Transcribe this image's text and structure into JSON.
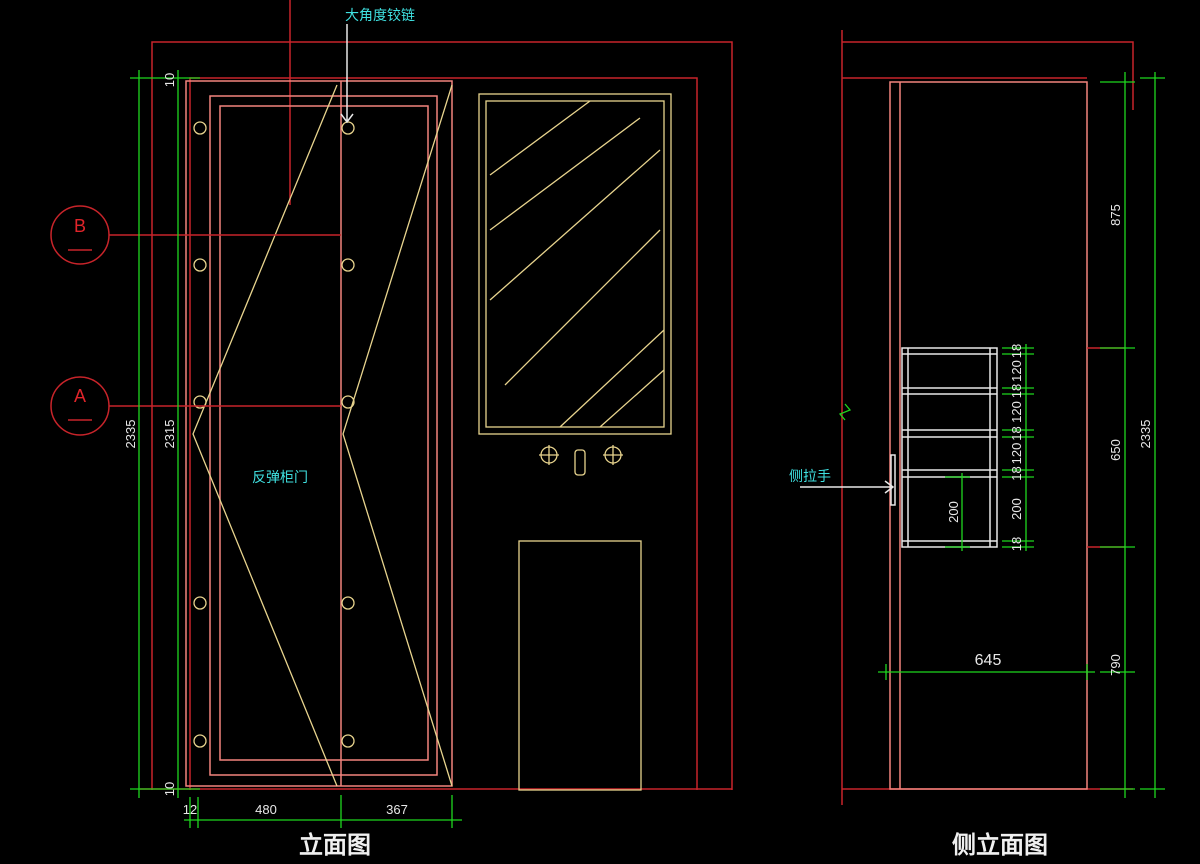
{
  "front_view": {
    "title": "立面图",
    "hinge_label": "大角度铰链",
    "door_label": "反弹柜门",
    "section_b": "B",
    "section_a": "A",
    "dims": {
      "overall_height": "2335",
      "door_height": "2315",
      "top_gap": "10",
      "bottom_gap": "10",
      "left_gap": "12",
      "door_left_width": "480",
      "door_right_width": "367"
    }
  },
  "side_view": {
    "title": "侧立面图",
    "handle_label": "侧拉手",
    "dims": {
      "upper": "875",
      "middle": "650",
      "lower": "790",
      "overall": "2335",
      "depth": "645",
      "drawer": "200",
      "chain": [
        "18",
        "120",
        "18",
        "120",
        "18",
        "120",
        "18",
        "200",
        "18"
      ]
    }
  },
  "colors": {
    "background": "#000000",
    "outline": "#c8242a",
    "door": "#f2847e",
    "fixture": "#e8d48e",
    "dimension": "#1ed61e",
    "annotation": "#3fe0e0"
  }
}
